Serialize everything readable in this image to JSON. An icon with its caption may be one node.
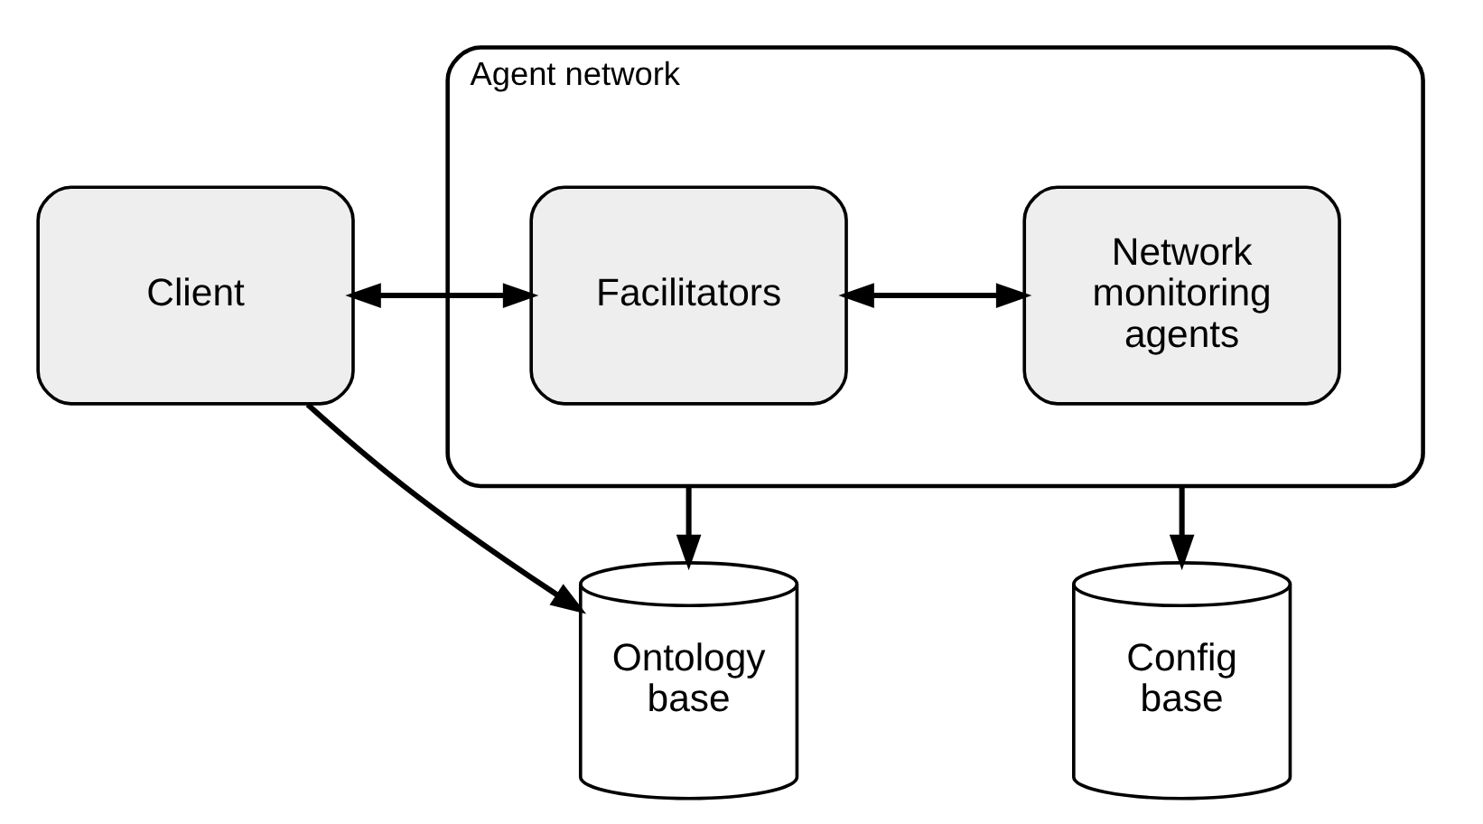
{
  "diagram": {
    "nodes": [
      {
        "text": [
          "Client"
        ]
      },
      {
        "text": [
          "Agent network"
        ]
      },
      {
        "text": [
          "Facilitators"
        ],
        "in": 1
      },
      {
        "text": [
          "Network monitoring agents"
        ],
        "in": 1
      },
      {
        "text": [
          "Ontology base"
        ]
      },
      {
        "text": [
          "Config base"
        ]
      }
    ],
    "edges": [
      {
        "from": 0,
        "to": 2,
        "arrow": "both"
      },
      {
        "from": 2,
        "to": 3,
        "arrow": "both"
      },
      {
        "from": 1,
        "to": 4,
        "arrow": "to"
      },
      {
        "from": 1,
        "to": 5,
        "arrow": "to"
      },
      {
        "from": 0,
        "to": 4,
        "arrow": "to"
      }
    ]
  }
}
